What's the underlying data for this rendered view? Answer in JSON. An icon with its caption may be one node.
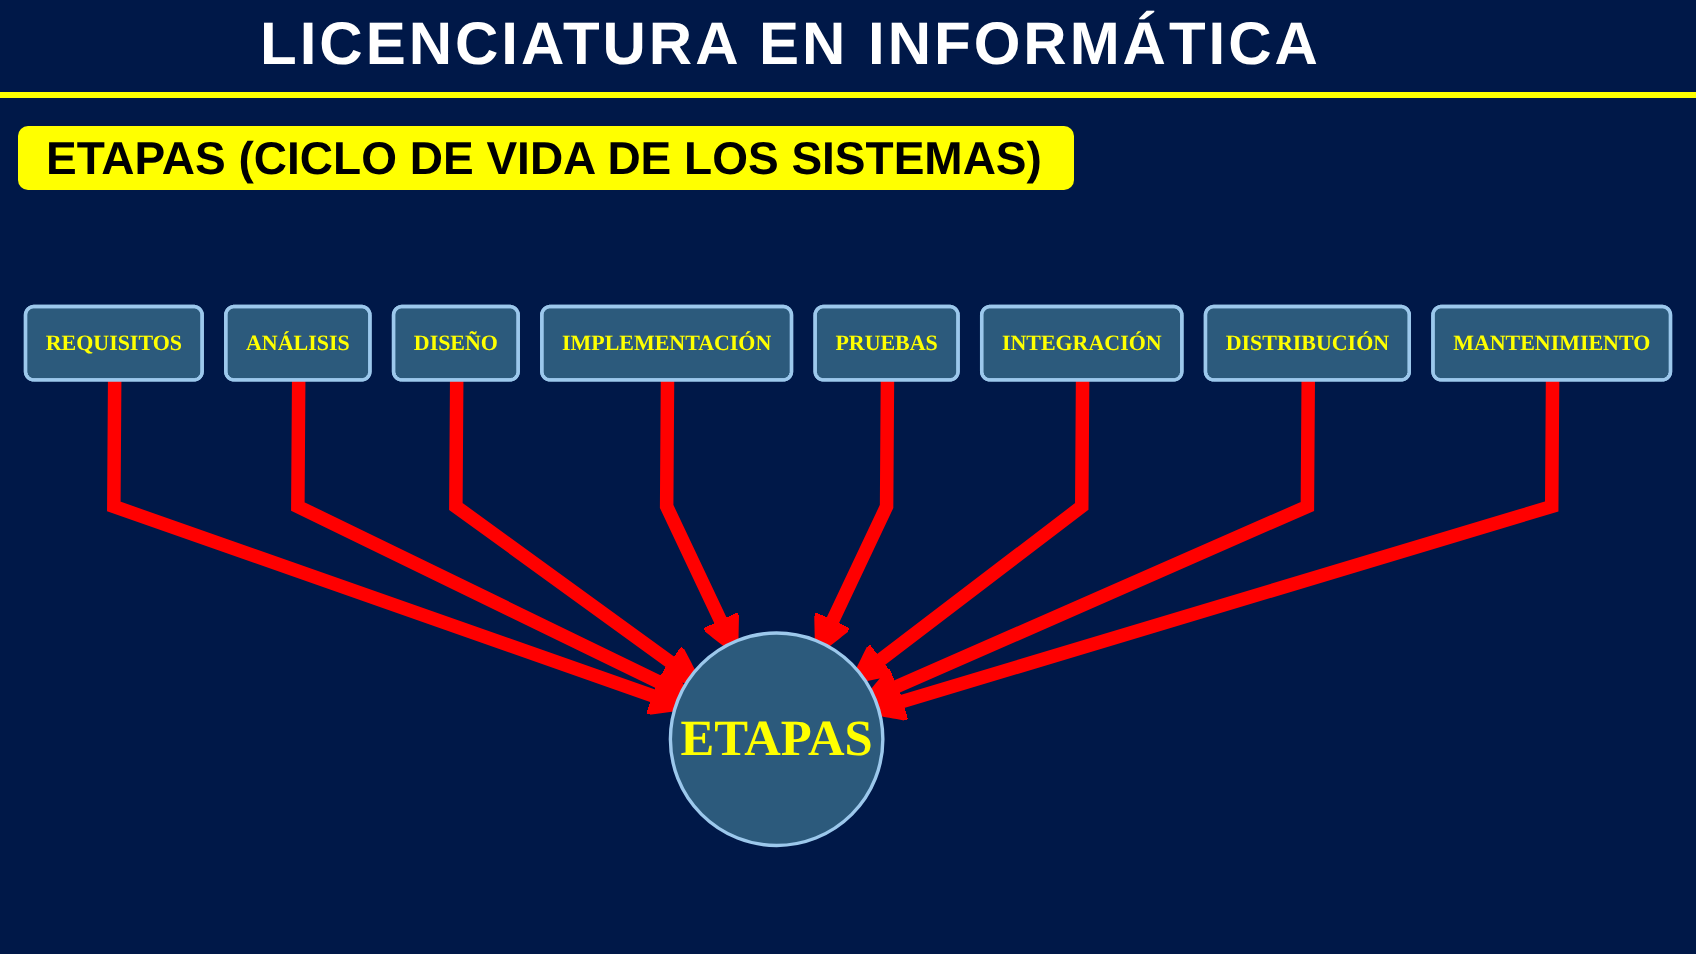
{
  "diagram": {
    "title": "LICENCIATURA EN INFORMÁTICA",
    "nodes": [
      {
        "text": [
          "REQUISITOS"
        ]
      },
      {
        "text": [
          "ANÁLISIS"
        ]
      },
      {
        "text": [
          "DISEÑO"
        ]
      },
      {
        "text": [
          "IMPLEMENTACIÓN"
        ]
      },
      {
        "text": [
          "PRUEBAS"
        ]
      },
      {
        "text": [
          "INTEGRACIÓN"
        ]
      },
      {
        "text": [
          "DISTRIBUCIÓN"
        ]
      },
      {
        "text": [
          "MANTENIMIENTO"
        ]
      },
      {
        "text": [
          "ETAPAS"
        ]
      }
    ],
    "edges": [
      {
        "from": 0,
        "to": 8,
        "arrow": "to"
      },
      {
        "from": 1,
        "to": 8,
        "arrow": "to"
      },
      {
        "from": 2,
        "to": 8,
        "arrow": "to"
      },
      {
        "from": 3,
        "to": 8,
        "arrow": "to"
      },
      {
        "from": 4,
        "to": 8,
        "arrow": "to"
      },
      {
        "from": 5,
        "to": 8,
        "arrow": "to"
      },
      {
        "from": 6,
        "to": 8,
        "arrow": "to"
      },
      {
        "from": 7,
        "to": 8,
        "arrow": "to"
      }
    ],
    "labels": [
      "ETAPAS (CICLO DE VIDA DE LOS SISTEMAS)"
    ]
  }
}
